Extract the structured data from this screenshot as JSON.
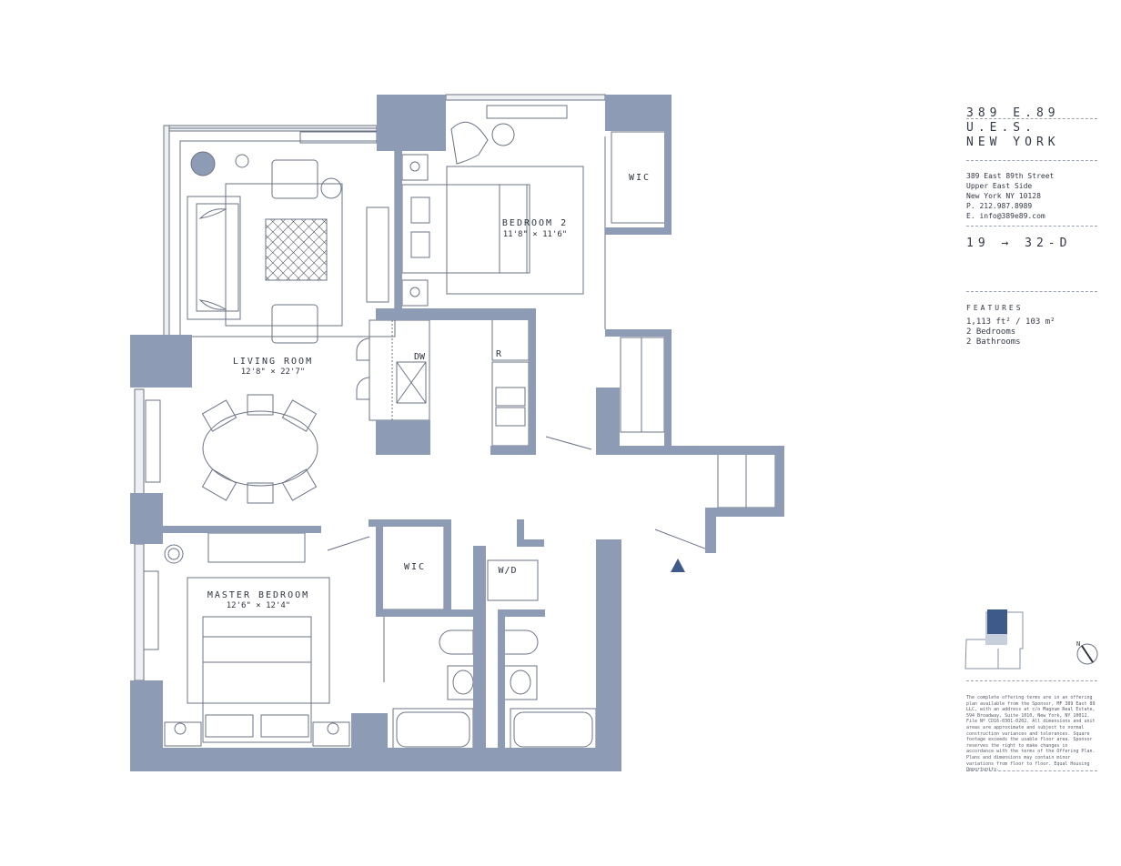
{
  "building": {
    "title_lines": [
      "389 E.89",
      "U.E.S.",
      "NEW YORK"
    ],
    "address_lines": [
      "389 East 89th Street",
      "Upper East Side",
      "New York NY 10128",
      "P. 212.987.8989",
      "E. info@389e89.com"
    ]
  },
  "unit": {
    "label": "19 → 32-D"
  },
  "features": {
    "heading": "FEATURES",
    "items": [
      "1,113 ft² / 103 m²",
      "2 Bedrooms",
      "2 Bathrooms"
    ]
  },
  "rooms": {
    "living": {
      "name": "LIVING ROOM",
      "dims": "12'8\" × 22'7\""
    },
    "bedroom2": {
      "name": "BEDROOM 2",
      "dims": "11'8\" × 11'6\""
    },
    "master": {
      "name": "MASTER BEDROOM",
      "dims": "12'6\" × 12'4\""
    },
    "wic_top": "WIC",
    "wic_master": "WIC",
    "laundry": "W/D",
    "dishwasher": "DW",
    "refrigerator": "R"
  },
  "keyplan": {
    "north_label": "N"
  },
  "disclaimer": "The complete offering terms are in an offering plan available from the Sponsor, MF 389 East 89 LLC, with an address at c/o Magnum Real Estate, 594 Broadway, Suite 1010, New York, NY 10012. File Nº CD16-0301-0202. All dimensions and unit areas are approximate and subject to normal construction variances and tolerances. Square footage exceeds the usable floor area. Sponsor reserves the right to make changes in accordance with the terms of the Offering Plan. Plans and dimensions may contain minor variations from floor to floor. Equal Housing Opportunity.",
  "colors": {
    "wall": "#8d9bb5",
    "line": "#6b7385",
    "accent": "#3d5a8a"
  }
}
